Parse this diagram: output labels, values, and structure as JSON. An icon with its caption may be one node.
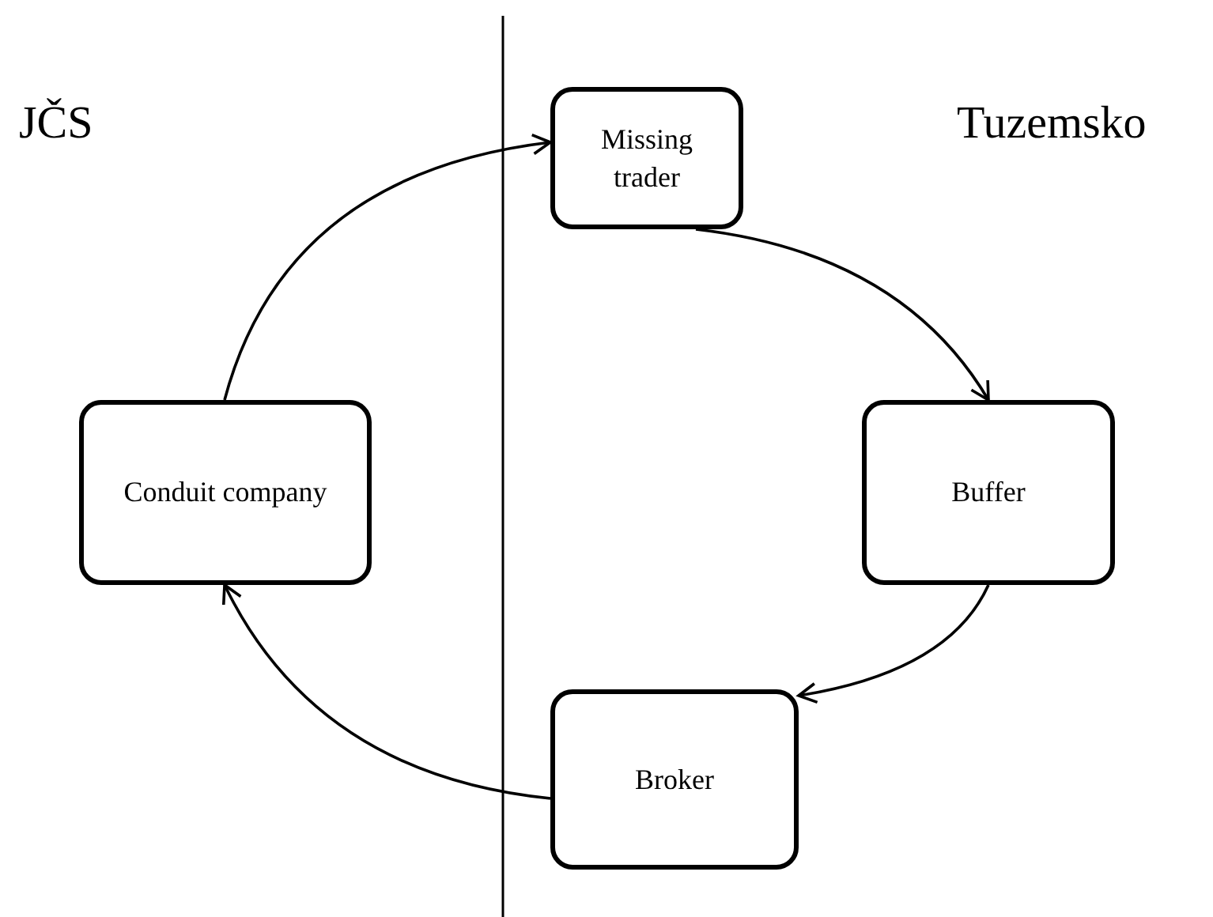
{
  "diagram": {
    "nodes": [
      {
        "text": [
          "Missing trader"
        ]
      },
      {
        "text": [
          "Buffer"
        ]
      },
      {
        "text": [
          "Broker"
        ]
      },
      {
        "text": [
          "Conduit company"
        ]
      }
    ],
    "edges": [
      {
        "from": 3,
        "to": 0,
        "arrow": "to"
      },
      {
        "from": 0,
        "to": 1,
        "arrow": "to"
      },
      {
        "from": 1,
        "to": 2,
        "arrow": "to"
      },
      {
        "from": 2,
        "to": 3,
        "arrow": "to"
      }
    ],
    "labels": [
      "JČS",
      "Tuzemsko"
    ]
  }
}
